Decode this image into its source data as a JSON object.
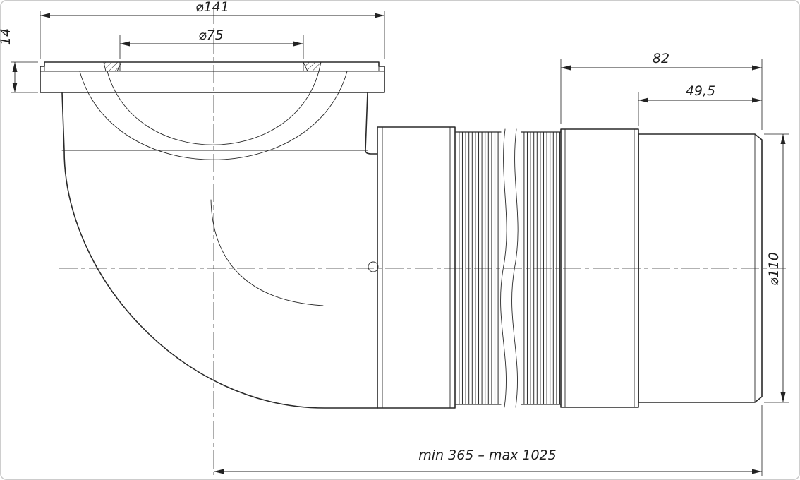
{
  "meta": {
    "type": "technical-drawing",
    "subject": "Flexible WC pan connector, 90-degree outlet, dimensioned section view"
  },
  "labels": {
    "dim_flange_od": "⌀141",
    "dim_inlet_id": "⌀75",
    "dim_flange_height": "14",
    "dim_outlet_length": "82",
    "dim_spigot_length": "49,5",
    "dim_outlet_od": "⌀110",
    "dim_overall_length": "min 365 – max 1025"
  },
  "colors": {
    "line": "#2a2a2a",
    "dimension": "#222222",
    "background": "#ffffff",
    "border": "#cccccc"
  }
}
